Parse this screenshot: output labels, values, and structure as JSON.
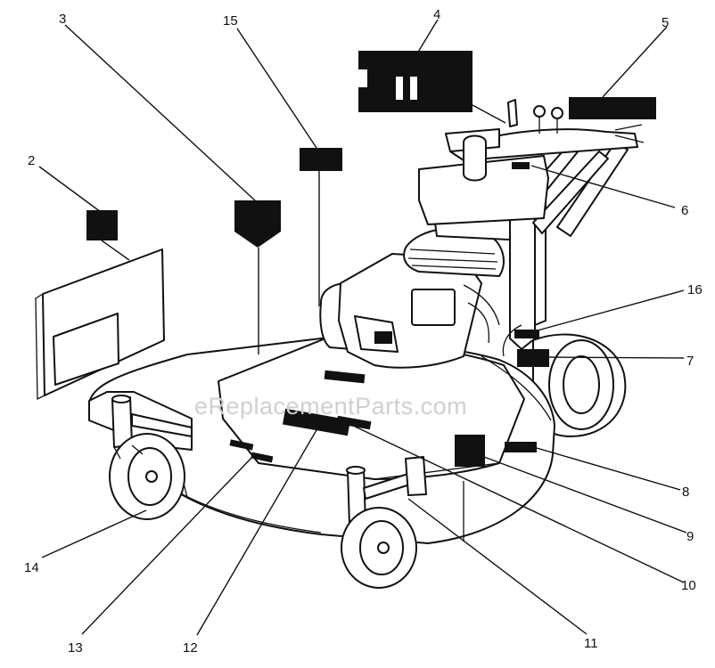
{
  "watermark": "eReplacementParts.com",
  "callouts": [
    "2",
    "3",
    "4",
    "5",
    "6",
    "7",
    "8",
    "9",
    "10",
    "11",
    "12",
    "13",
    "14",
    "15",
    "16"
  ],
  "colors": {
    "ink": "#111111",
    "paper": "#ffffff",
    "watermark": "#d0d0d0"
  }
}
